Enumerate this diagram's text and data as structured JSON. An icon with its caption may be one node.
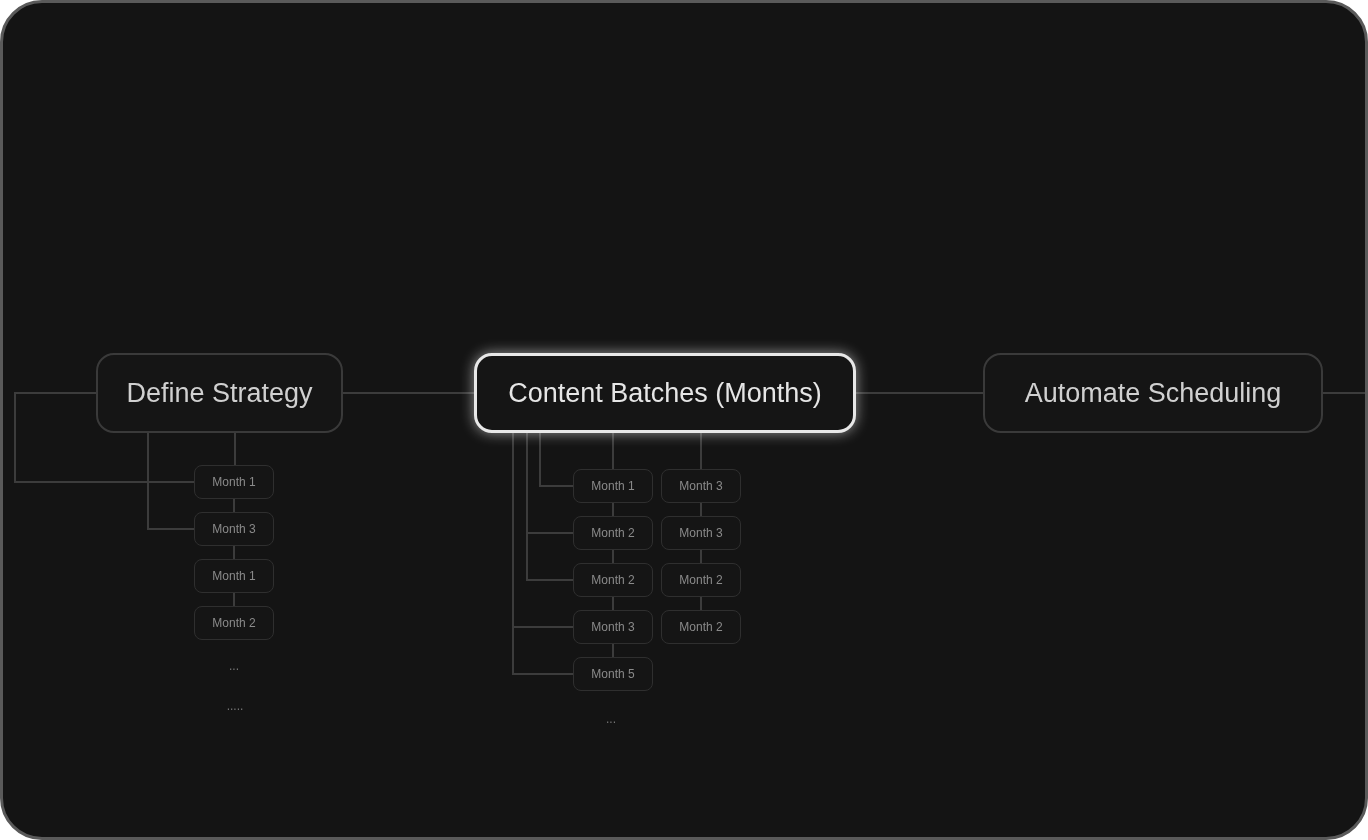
{
  "diagram": {
    "nodes": [
      {
        "text": [
          "Define Strategy"
        ]
      },
      {
        "text": [
          "Content Batches (Months)"
        ]
      },
      {
        "text": [
          "Automate Scheduling"
        ]
      },
      {
        "text": [
          "Month 1"
        ]
      },
      {
        "text": [
          "Month 3"
        ]
      },
      {
        "text": [
          "Month 1"
        ]
      },
      {
        "text": [
          "Month 2"
        ]
      },
      {
        "text": [
          "Month 1"
        ]
      },
      {
        "text": [
          "Month 2"
        ]
      },
      {
        "text": [
          "Month 2"
        ]
      },
      {
        "text": [
          "Month 3"
        ]
      },
      {
        "text": [
          "Month 5"
        ]
      },
      {
        "text": [
          "Month 3"
        ]
      },
      {
        "text": [
          "Month 3"
        ]
      },
      {
        "text": [
          "Month 2"
        ]
      },
      {
        "text": [
          "Month 2"
        ]
      }
    ],
    "edges": [
      {
        "from": 0,
        "to": 1,
        "arrow": "none"
      },
      {
        "from": 1,
        "to": 2,
        "arrow": "none"
      },
      {
        "from": 2,
        "to": null,
        "arrow": "none"
      },
      {
        "from": 0,
        "to": 3,
        "arrow": "none"
      },
      {
        "from": 0,
        "to": 3,
        "arrow": "none"
      },
      {
        "from": 0,
        "to": 4,
        "arrow": "none"
      },
      {
        "from": 3,
        "to": 4,
        "arrow": "none"
      },
      {
        "from": 4,
        "to": 5,
        "arrow": "none"
      },
      {
        "from": 5,
        "to": 6,
        "arrow": "none"
      },
      {
        "from": 1,
        "to": 7,
        "arrow": "none"
      },
      {
        "from": 1,
        "to": 7,
        "arrow": "none"
      },
      {
        "from": 1,
        "to": 8,
        "arrow": "none"
      },
      {
        "from": 1,
        "to": 9,
        "arrow": "none"
      },
      {
        "from": 1,
        "to": 10,
        "arrow": "none"
      },
      {
        "from": 1,
        "to": 11,
        "arrow": "none"
      },
      {
        "from": 1,
        "to": 12,
        "arrow": "none"
      },
      {
        "from": 7,
        "to": 8,
        "arrow": "none"
      },
      {
        "from": 8,
        "to": 9,
        "arrow": "none"
      },
      {
        "from": 9,
        "to": 10,
        "arrow": "none"
      },
      {
        "from": 10,
        "to": 11,
        "arrow": "none"
      },
      {
        "from": 12,
        "to": 13,
        "arrow": "none"
      },
      {
        "from": 13,
        "to": 14,
        "arrow": "none"
      },
      {
        "from": 14,
        "to": 15,
        "arrow": "none"
      }
    ],
    "labels": [
      "...",
      ".....",
      "..."
    ]
  }
}
